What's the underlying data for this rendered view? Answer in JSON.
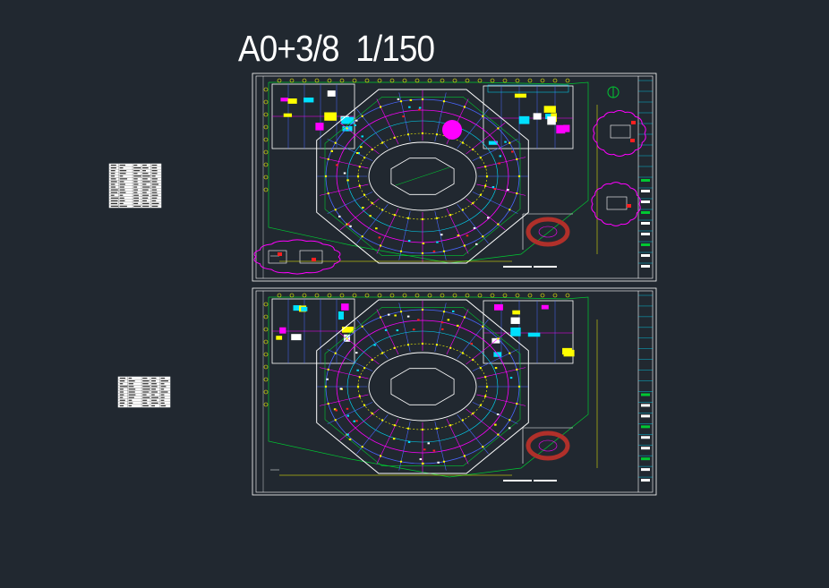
{
  "drawing": {
    "title": "A0+3/8  1/150",
    "background": "#212830"
  },
  "colors": {
    "frame": "#ffffff",
    "wall": "#ffffff",
    "axis": "#ffff00",
    "magenta": "#ff00ff",
    "blue": "#4a66ff",
    "green": "#00c832",
    "red": "#ff2020",
    "cyan": "#00e0ff",
    "brown": "#b0302a"
  },
  "sheets": [
    {
      "name": "upper-floor-plan-sheet",
      "north_arrow": true
    },
    {
      "name": "lower-floor-plan-sheet",
      "north_arrow": false
    }
  ]
}
